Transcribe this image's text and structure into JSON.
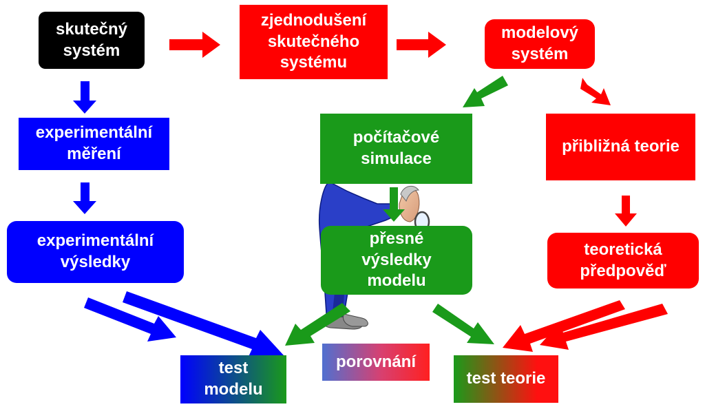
{
  "colors": {
    "red": "#ff0000",
    "blue": "#0000ff",
    "green": "#1a9a1a",
    "black": "#000000",
    "white": "#ffffff"
  },
  "illustration": "scientist-with-magnifying-glass",
  "nodes": {
    "real_system": "skutečný\nsystém",
    "simplification": "zjednodušení\nskutečného\nsystému",
    "model_system": "modelový\nsystém",
    "experimental_measurement": "experimentální\nměření",
    "computer_simulation": "počítačové\nsimulace",
    "approximate_theory": "přibližná teorie",
    "experimental_results": "experimentální\nvýsledky",
    "exact_model_results": "přesné\nvýsledky\nmodelu",
    "theoretical_prediction": "teoretická\npředpověď",
    "model_test": "test\nmodelu",
    "comparison": "porovnání",
    "theory_test": "test teorie"
  }
}
